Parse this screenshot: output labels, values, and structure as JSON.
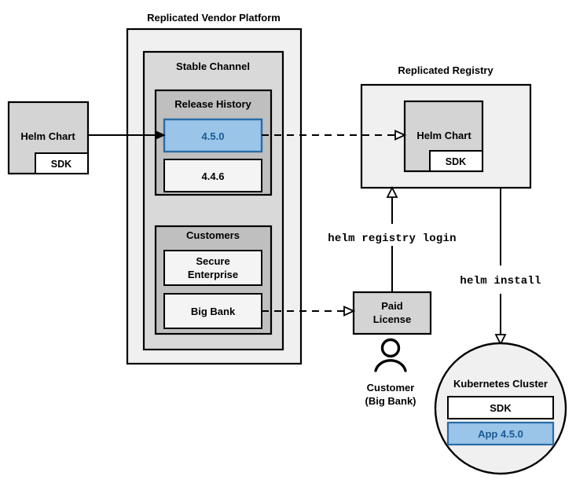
{
  "diagram": {
    "title_vendor_platform": "Replicated Vendor Platform",
    "title_registry": "Replicated Registry",
    "source_chart": {
      "label": "Helm Chart",
      "sdk_label": "SDK"
    },
    "vendor_platform": {
      "channel": {
        "label": "Stable Channel",
        "release_history": {
          "label": "Release History",
          "releases": [
            {
              "version": "4.5.0",
              "highlighted": true
            },
            {
              "version": "4.4.6",
              "highlighted": false
            }
          ]
        },
        "customers": {
          "label": "Customers",
          "entries": [
            {
              "name": "Secure\nEnterprise",
              "line1": "Secure",
              "line2": "Enterprise"
            },
            {
              "name": "Big Bank",
              "line1": "Big Bank",
              "line2": ""
            }
          ]
        }
      }
    },
    "registry": {
      "chart_label": "Helm Chart",
      "sdk_label": "SDK"
    },
    "license": {
      "line1": "Paid",
      "line2": "License"
    },
    "customer_actor": {
      "line1": "Customer",
      "line2": "(Big Bank)",
      "icon": "person-icon"
    },
    "cluster": {
      "label": "Kubernetes Cluster",
      "components": [
        {
          "label": "SDK",
          "highlighted": false
        },
        {
          "label": "App 4.5.0",
          "highlighted": true
        }
      ]
    },
    "commands": {
      "registry_login": "helm registry login",
      "install": "helm install"
    },
    "colors": {
      "highlight_fill": "#9ac4e8",
      "highlight_stroke": "#2a6ca8",
      "highlight_text": "#1a5a96",
      "outer_fill": "#f0f0f0",
      "mid_fill": "#d9d9d9",
      "inner_fill": "#bfbfbf",
      "box_fill": "#d4d4d4",
      "white_fill": "#f4f4f4",
      "stroke": "#000000"
    }
  }
}
